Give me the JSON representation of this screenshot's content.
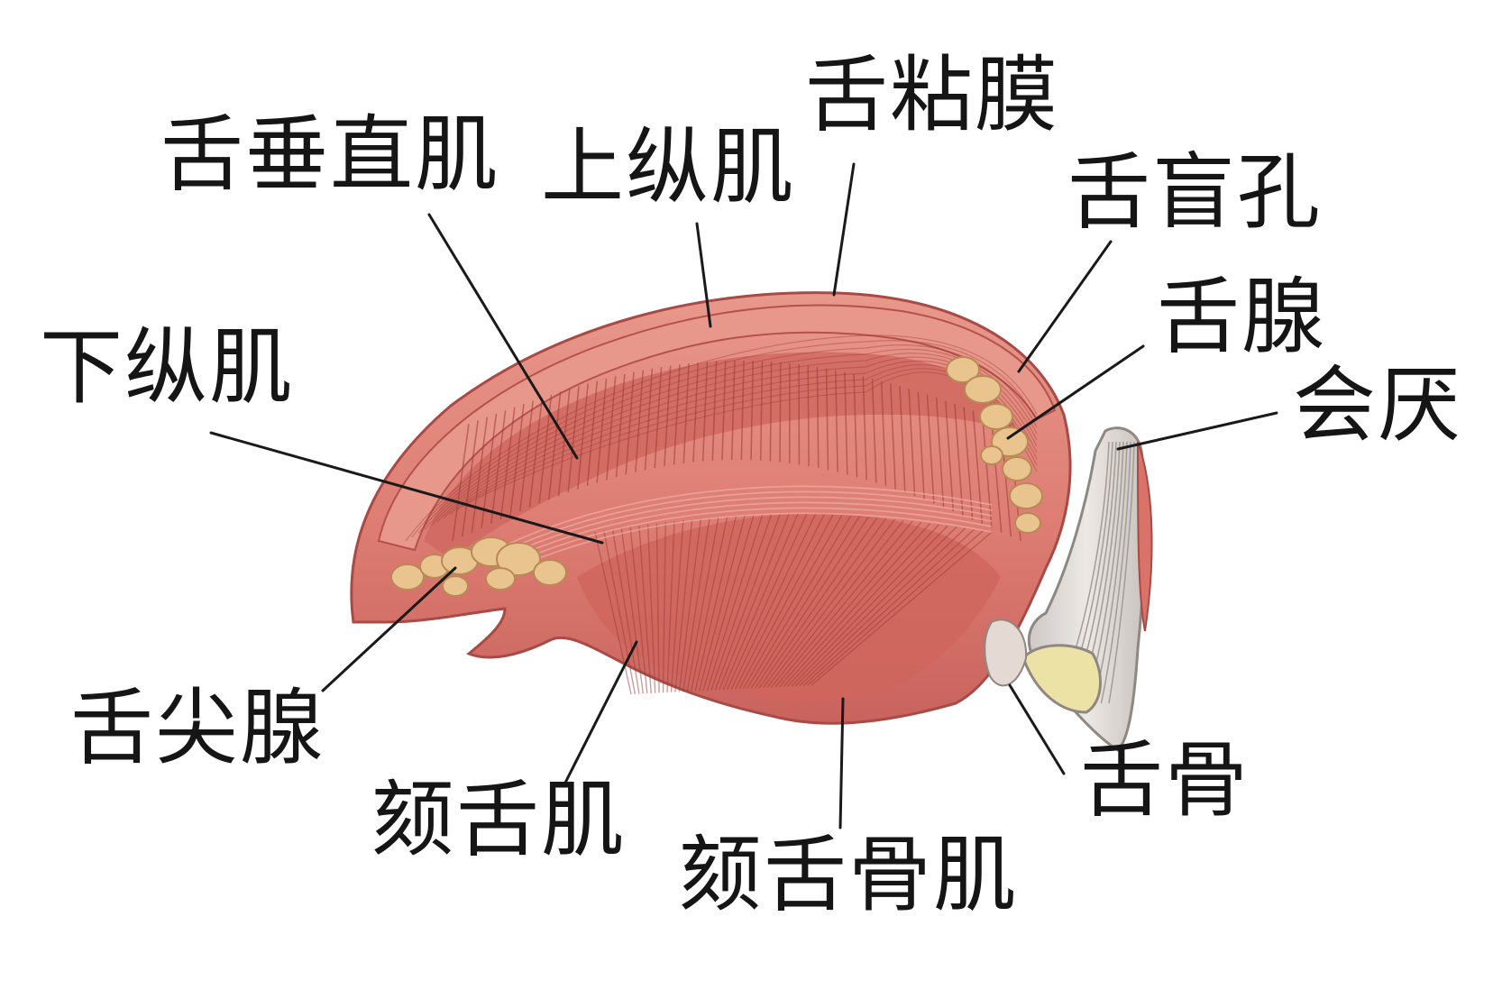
{
  "labels": {
    "vertical_muscle": "舌垂直肌",
    "superior_longitudinal": "上纵肌",
    "mucosa": "舌粘膜",
    "foramen_cecum": "舌盲孔",
    "lingual_glands": "舌腺",
    "epiglottis": "会厌",
    "inferior_longitudinal": "下纵肌",
    "apical_glands": "舌尖腺",
    "genioglossus": "颏舌肌",
    "geniohyoid": "颏舌骨肌",
    "hyoid": "舌骨"
  },
  "colors": {
    "muscle_light": "#e8958a",
    "muscle_mid": "#d9736a",
    "muscle_dark": "#b4514c",
    "fiber": "#9c3b38",
    "gland": "#e9c48f",
    "gland_outline": "#b88a55",
    "cartilage": "#d8d3cf",
    "bone": "#ece2a6",
    "leader_line": "#1a1a1a",
    "text": "#151515"
  }
}
